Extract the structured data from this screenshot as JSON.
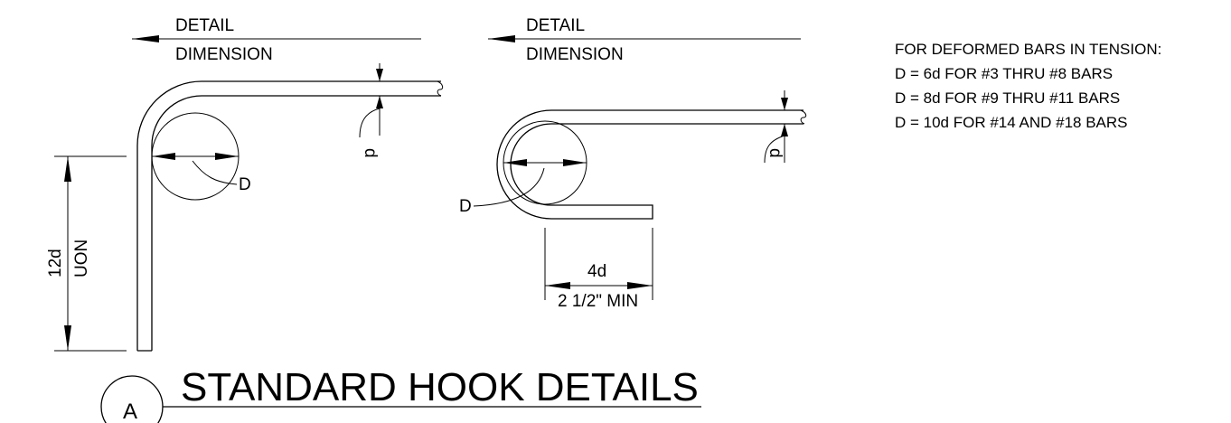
{
  "left_detail": {
    "header_line1": "DETAIL",
    "header_line2": "DIMENSION",
    "diameter_label": "D",
    "bar_dia_label": "d",
    "leg_length_line1": "12d",
    "leg_length_line2": "UON"
  },
  "right_detail": {
    "header_line1": "DETAIL",
    "header_line2": "DIMENSION",
    "diameter_label": "D",
    "bar_dia_label": "d",
    "extension_line1": "4d",
    "extension_line2": "2 1/2\" MIN"
  },
  "notes": {
    "heading": "FOR DEFORMED BARS IN TENSION:",
    "lines": [
      "D = 6d FOR #3 THRU #8 BARS",
      "D = 8d FOR #9 THRU #11 BARS",
      "D = 10d FOR #14 AND #18 BARS"
    ]
  },
  "title_block": {
    "tag": "A",
    "title": "STANDARD HOOK DETAILS"
  }
}
